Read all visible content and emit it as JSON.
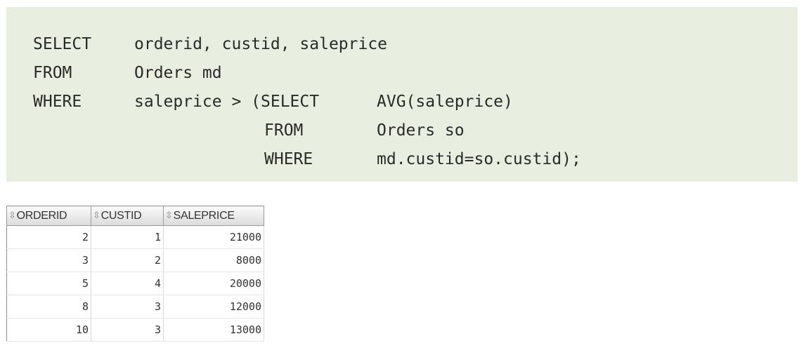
{
  "query": {
    "select_kw": "SELECT",
    "select_cols": "orderid, custid, saleprice",
    "from_kw": "FROM",
    "from_table": "Orders md",
    "where_kw": "WHERE",
    "where_cond": "saleprice > (SELECT",
    "sub_select_expr": "AVG(saleprice)",
    "sub_from_kw": "FROM",
    "sub_from_table": "Orders so",
    "sub_where_kw": "WHERE",
    "sub_where_cond": "md.custid=so.custid);"
  },
  "results": {
    "columns": [
      "ORDERID",
      "CUSTID",
      "SALEPRICE"
    ],
    "sort_icon": "sort-updown-icon",
    "rows": [
      [
        "2",
        "1",
        "21000"
      ],
      [
        "3",
        "2",
        "8000"
      ],
      [
        "5",
        "4",
        "20000"
      ],
      [
        "8",
        "3",
        "12000"
      ],
      [
        "10",
        "3",
        "13000"
      ]
    ]
  }
}
